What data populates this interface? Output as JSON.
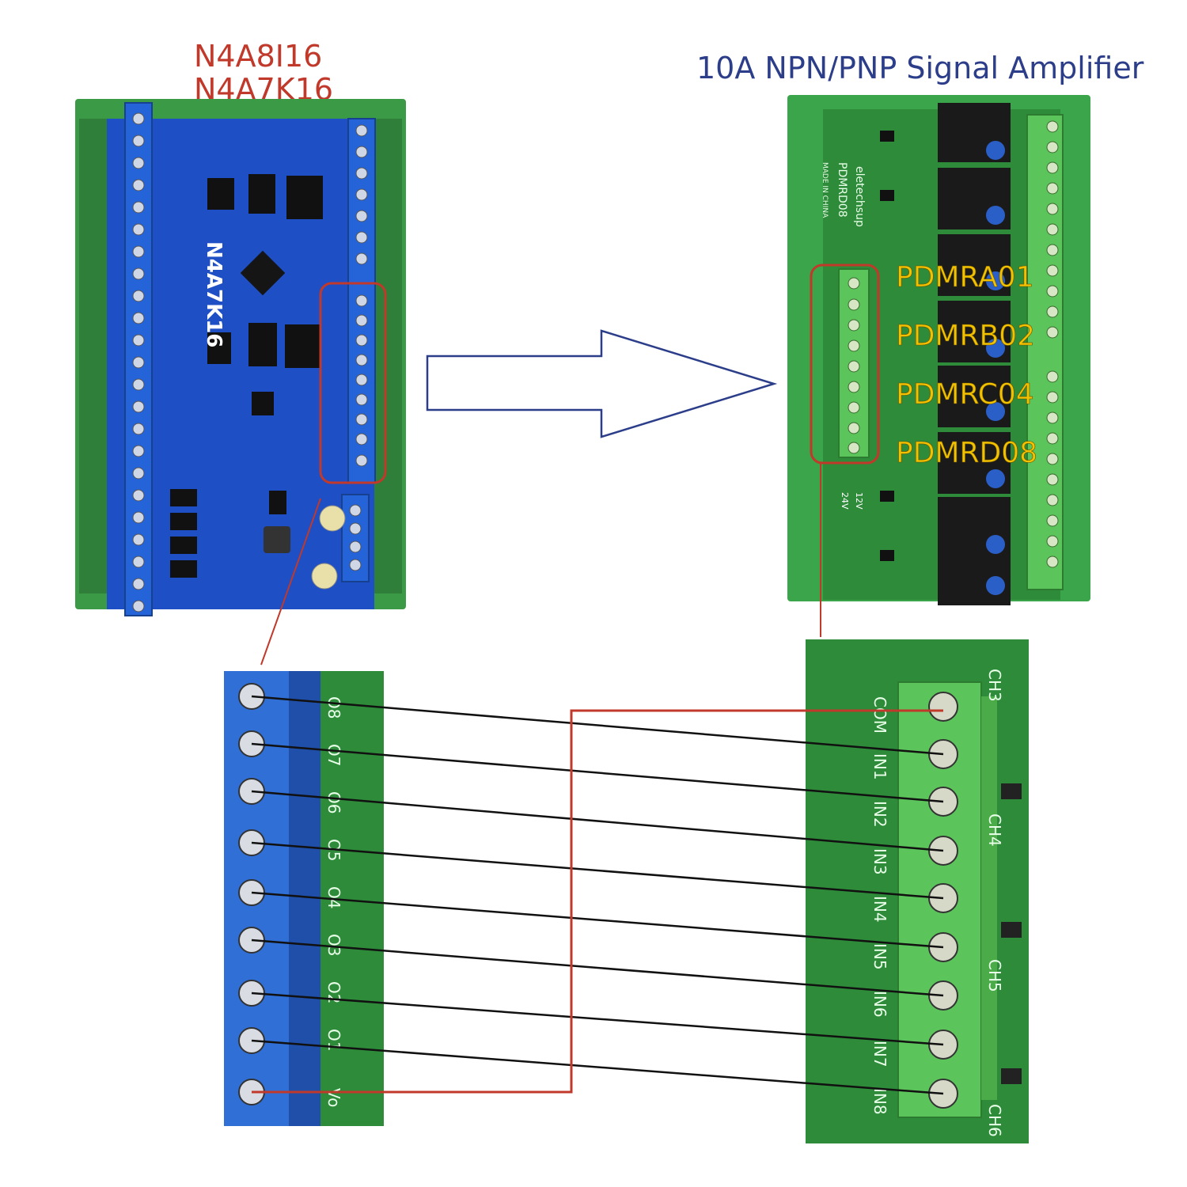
{
  "left_module": {
    "model_lines": [
      "N4A8I16",
      "N4A7K16"
    ],
    "board_label": "N4A7K16"
  },
  "right_module": {
    "title": "10A NPN/PNP Signal Amplifier",
    "models": [
      "PDMRA01",
      "PDMRB02",
      "PDMRC04",
      "PDMRD08"
    ],
    "board_text": [
      "eletechsup",
      "PDMRD08",
      "MADE IN CHINA"
    ],
    "voltage_options": [
      "12V",
      "24V"
    ]
  },
  "left_terminals": [
    "O8",
    "O7",
    "O6",
    "O5",
    "O4",
    "O3",
    "O2",
    "O1",
    "Vo"
  ],
  "right_terminals": [
    "COM",
    "IN1",
    "IN2",
    "IN3",
    "IN4",
    "IN5",
    "IN6",
    "IN7",
    "IN8"
  ],
  "channel_labels": [
    "CH3",
    "CH4",
    "CH5",
    "CH6"
  ],
  "colors": {
    "blue_board": "#1f4fc4",
    "green_board": "#2e8b3a",
    "red_wire": "#c0392b",
    "arrow": "#2c3e8a"
  }
}
